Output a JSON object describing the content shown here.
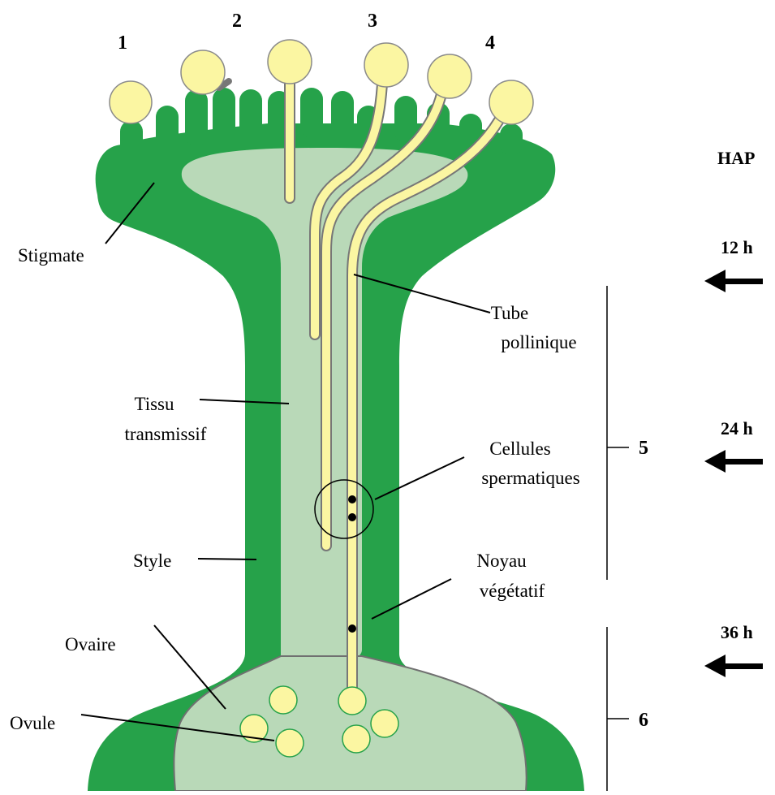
{
  "numbers": {
    "n1": "1",
    "n2": "2",
    "n3": "3",
    "n4": "4",
    "n5": "5",
    "n6": "6"
  },
  "labels": {
    "stigmate": "Stigmate",
    "tube_line1": "Tube",
    "tube_line2": "pollinique",
    "tissu_line1": "Tissu",
    "tissu_line2": "transmissif",
    "cellules_line1": "Cellules",
    "cellules_line2": "spermatiques",
    "style": "Style",
    "noyau_line1": "Noyau",
    "noyau_line2": "végétatif",
    "ovaire": "Ovaire",
    "ovule": "Ovule"
  },
  "timeline": {
    "header": "HAP",
    "t1": "12 h",
    "t2": "24 h",
    "t3": "36 h"
  },
  "colors": {
    "tissue_dark": "#26a24a",
    "tissue_light": "#b9d9b8",
    "pollen": "#fbf6a2",
    "outline": "#6b6b6b"
  }
}
